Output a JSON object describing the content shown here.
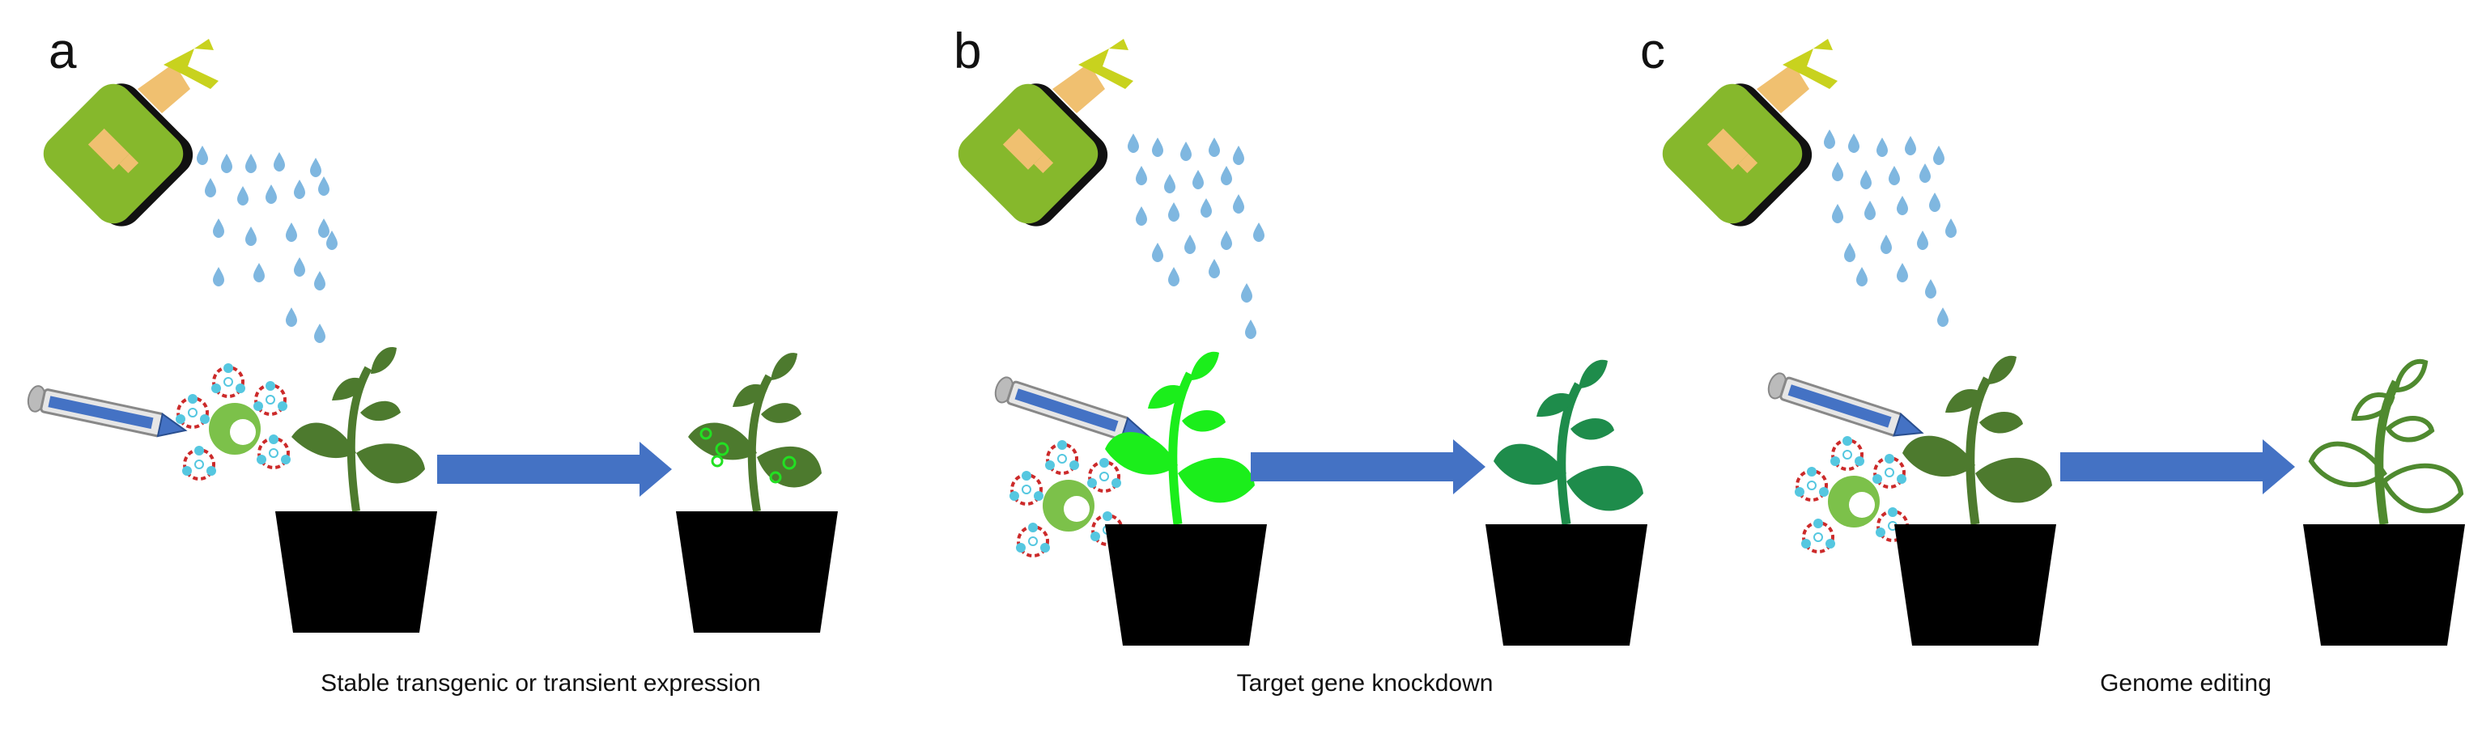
{
  "panels": [
    {
      "letter": "a",
      "caption": "Stable transgenic or transient expression"
    },
    {
      "letter": "b",
      "caption": "Target gene knockdown"
    },
    {
      "letter": "c",
      "caption": "Genome editing"
    }
  ],
  "icons": [
    "spray-bottle-icon",
    "syringe-icon",
    "nanoparticle-complex-icon",
    "plant-icon",
    "flower-pot-icon",
    "arrow-icon"
  ],
  "colors": {
    "bottle": "#86b82c",
    "nozzle": "#c8d21e",
    "label": "#f0c070",
    "droplet": "#7fb7e0",
    "arrow": "#4472c4",
    "pot": "#000000",
    "plant_dark": "#4d7a2e",
    "plant_bright": "#1bee1b",
    "plant_knockdown": "#1e8c4b",
    "plant_outline": "#4f8a2f",
    "particle_core": "#7cc14a",
    "dna_red": "#cc2a2a",
    "dna_blue": "#55c7e0"
  }
}
